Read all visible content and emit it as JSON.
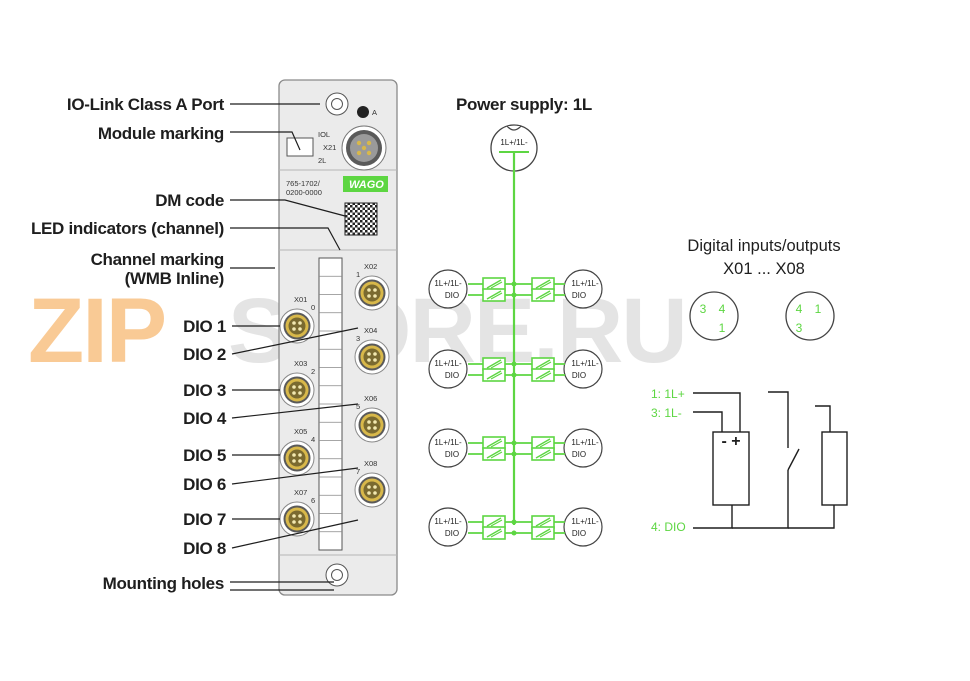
{
  "callouts": {
    "iolink": "IO-Link Class A Port",
    "module_marking": "Module marking",
    "dm_code": "DM code",
    "led": "LED indicators (channel)",
    "channel_marking_1": "Channel marking",
    "channel_marking_2": "(WMB Inline)",
    "mounting": "Mounting holes",
    "dio": [
      "DIO 1",
      "DIO 2",
      "DIO 3",
      "DIO 4",
      "DIO 5",
      "DIO 6",
      "DIO 7",
      "DIO 8"
    ]
  },
  "module": {
    "label_a": "A",
    "iol": "IOL",
    "x21": "X21",
    "l2": "2L",
    "part_no_1": "765-1702/",
    "part_no_2": "0200-0000",
    "brand": "WAGO",
    "ports": [
      {
        "name": "X01",
        "num": "0"
      },
      {
        "name": "X02",
        "num": "1"
      },
      {
        "name": "X03",
        "num": "2"
      },
      {
        "name": "X04",
        "num": "3"
      },
      {
        "name": "X05",
        "num": "4"
      },
      {
        "name": "X06",
        "num": "5"
      },
      {
        "name": "X07",
        "num": "6"
      },
      {
        "name": "X08",
        "num": "7"
      }
    ]
  },
  "power": {
    "title": "Power supply: 1L",
    "connector_label": "1L+/1L-",
    "rows": [
      {
        "left_top": "1L+/1L-",
        "left_bottom": "DIO",
        "right_top": "1L+/1L-",
        "right_bottom": "DIO"
      },
      {
        "left_top": "1L+/1L-",
        "left_bottom": "DIO",
        "right_top": "1L+/1L-",
        "right_bottom": "DIO"
      },
      {
        "left_top": "1L+/1L-",
        "left_bottom": "DIO",
        "right_top": "1L+/1L-",
        "right_bottom": "DIO"
      },
      {
        "left_top": "1L+/1L-",
        "left_bottom": "DIO",
        "right_top": "1L+/1L-",
        "right_bottom": "DIO"
      }
    ]
  },
  "digital": {
    "title": "Digital inputs/outputs",
    "subtitle": "X01 ... X08",
    "pins_left": [
      "3",
      "4",
      "1"
    ],
    "pins_right": [
      "4",
      "1",
      "3"
    ],
    "wire_1": "1: 1L+",
    "wire_3": "3: 1L-",
    "wire_4": "4: DIO",
    "sensor_sign": "- +"
  },
  "watermark": {
    "part1": "ZIP",
    "part2": "STORE.RU"
  },
  "colors": {
    "green": "#5dd642",
    "orange": "#f5a040",
    "module": "#ebebeb",
    "line": "#1e1e1e"
  }
}
